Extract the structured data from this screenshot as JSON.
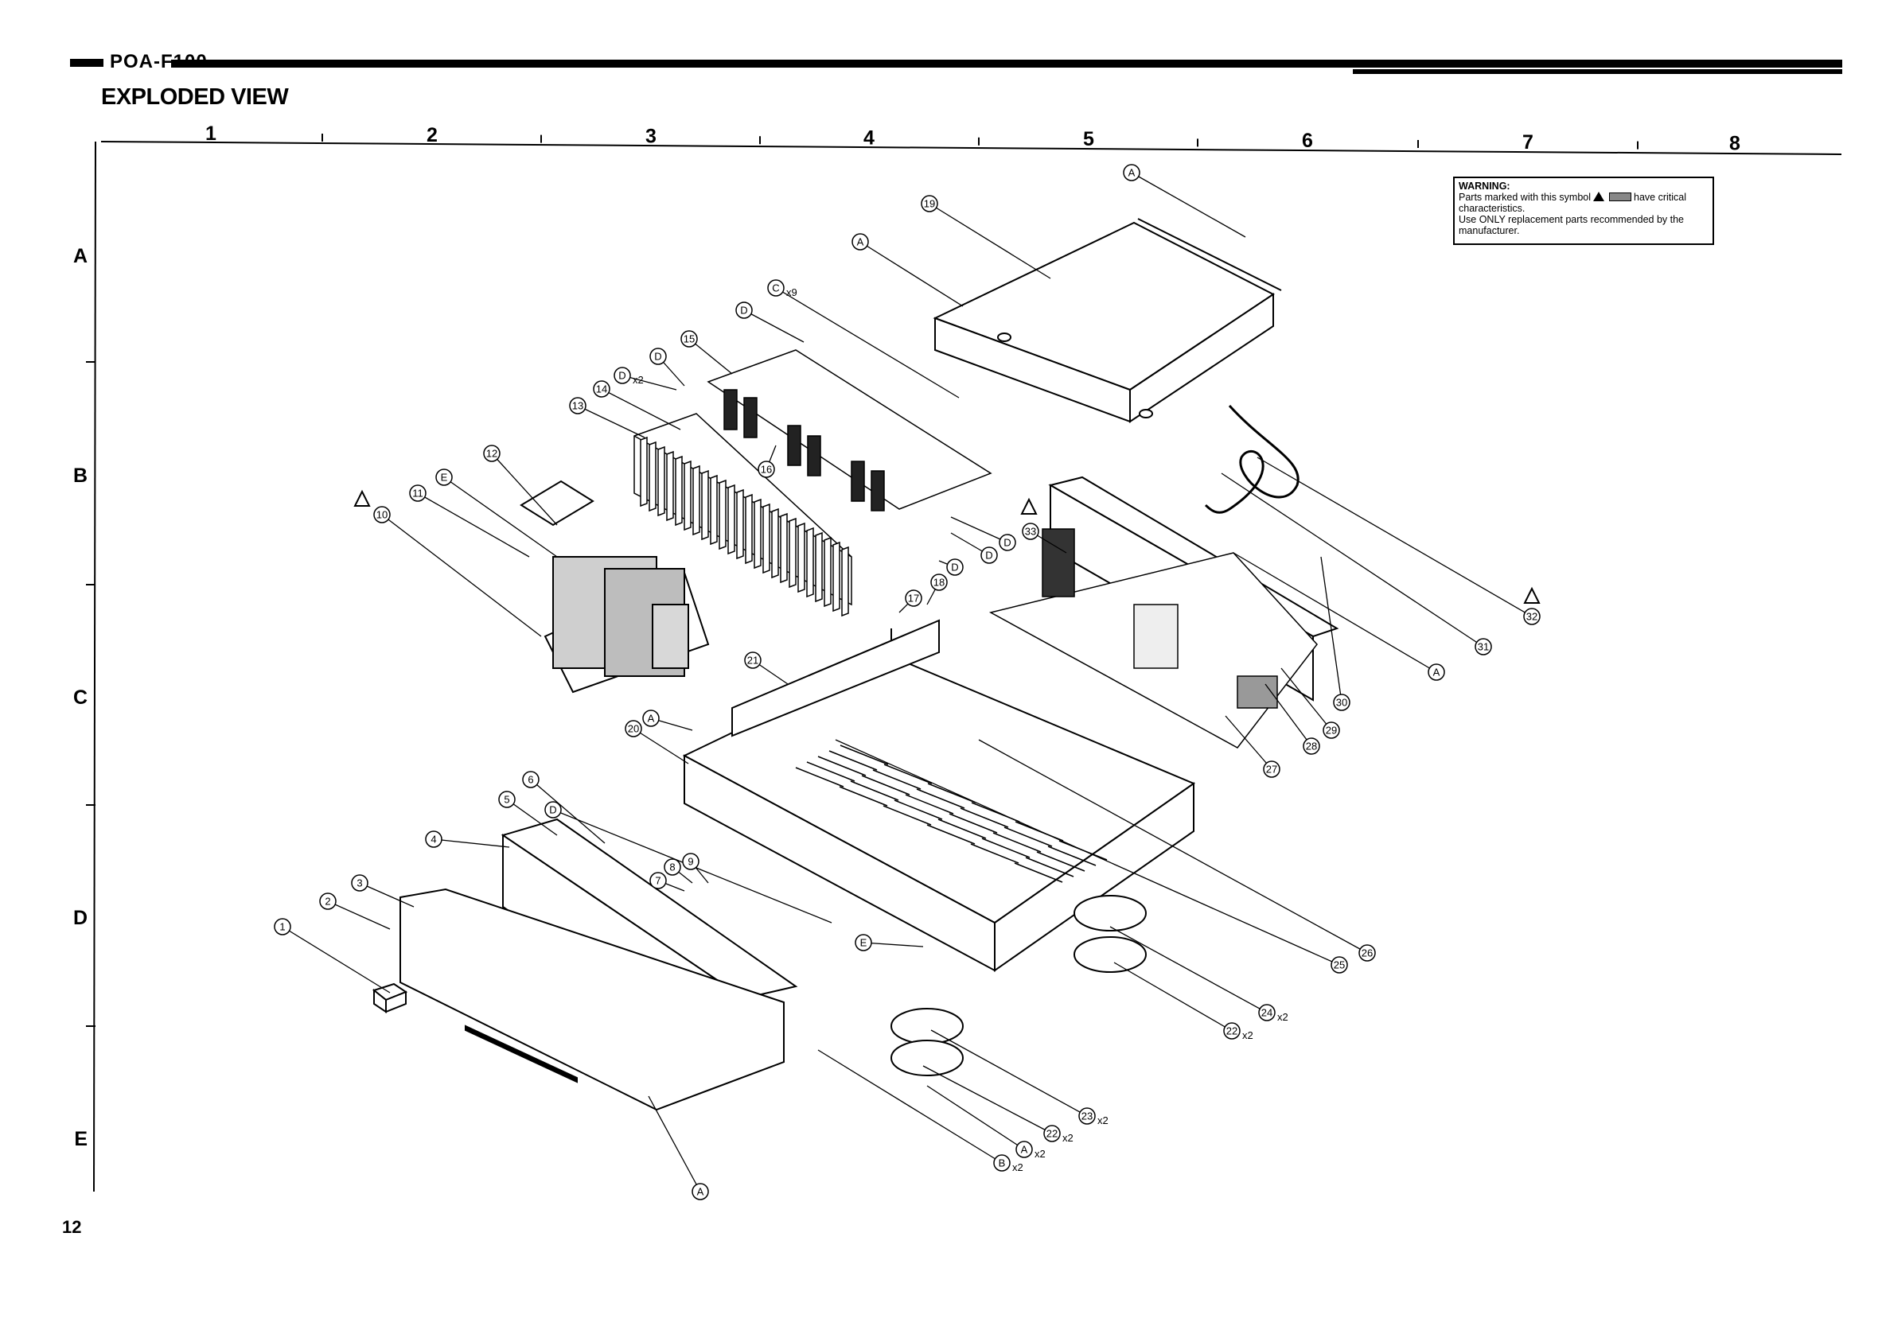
{
  "header": {
    "model": "POA-F100",
    "title": "EXPLODED VIEW"
  },
  "page_number": "12",
  "grid": {
    "columns": [
      "1",
      "2",
      "3",
      "4",
      "5",
      "6",
      "7",
      "8"
    ],
    "rows": [
      "A",
      "B",
      "C",
      "D",
      "E"
    ]
  },
  "warning": {
    "title": "WARNING:",
    "line1_a": "Parts marked with this symbol",
    "line1_b": "have critical",
    "line2": "characteristics.",
    "line3": "Use ONLY replacement parts recommended by the",
    "line4": "manufacturer."
  },
  "callouts": [
    {
      "label": "1"
    },
    {
      "label": "2"
    },
    {
      "label": "3"
    },
    {
      "label": "4"
    },
    {
      "label": "5"
    },
    {
      "label": "6"
    },
    {
      "label": "7"
    },
    {
      "label": "8"
    },
    {
      "label": "9"
    },
    {
      "label": "10"
    },
    {
      "label": "11"
    },
    {
      "label": "12"
    },
    {
      "label": "13"
    },
    {
      "label": "14"
    },
    {
      "label": "15"
    },
    {
      "label": "16"
    },
    {
      "label": "17"
    },
    {
      "label": "18"
    },
    {
      "label": "19"
    },
    {
      "label": "20"
    },
    {
      "label": "21"
    },
    {
      "label": "22",
      "qty": "x2"
    },
    {
      "label": "22",
      "qty": "x2"
    },
    {
      "label": "23",
      "qty": "x2"
    },
    {
      "label": "24",
      "qty": "x2"
    },
    {
      "label": "25"
    },
    {
      "label": "26"
    },
    {
      "label": "27"
    },
    {
      "label": "28"
    },
    {
      "label": "29"
    },
    {
      "label": "30"
    },
    {
      "label": "31"
    },
    {
      "label": "32"
    },
    {
      "label": "33"
    },
    {
      "label": "A"
    },
    {
      "label": "A"
    },
    {
      "label": "A"
    },
    {
      "label": "A"
    },
    {
      "label": "A"
    },
    {
      "label": "A",
      "qty": "x2"
    },
    {
      "label": "B",
      "qty": "x2"
    },
    {
      "label": "C",
      "qty": "x9"
    },
    {
      "label": "D"
    },
    {
      "label": "D"
    },
    {
      "label": "D",
      "qty": "x2"
    },
    {
      "label": "D"
    },
    {
      "label": "D"
    },
    {
      "label": "D"
    },
    {
      "label": "D"
    },
    {
      "label": "E"
    },
    {
      "label": "E"
    }
  ]
}
